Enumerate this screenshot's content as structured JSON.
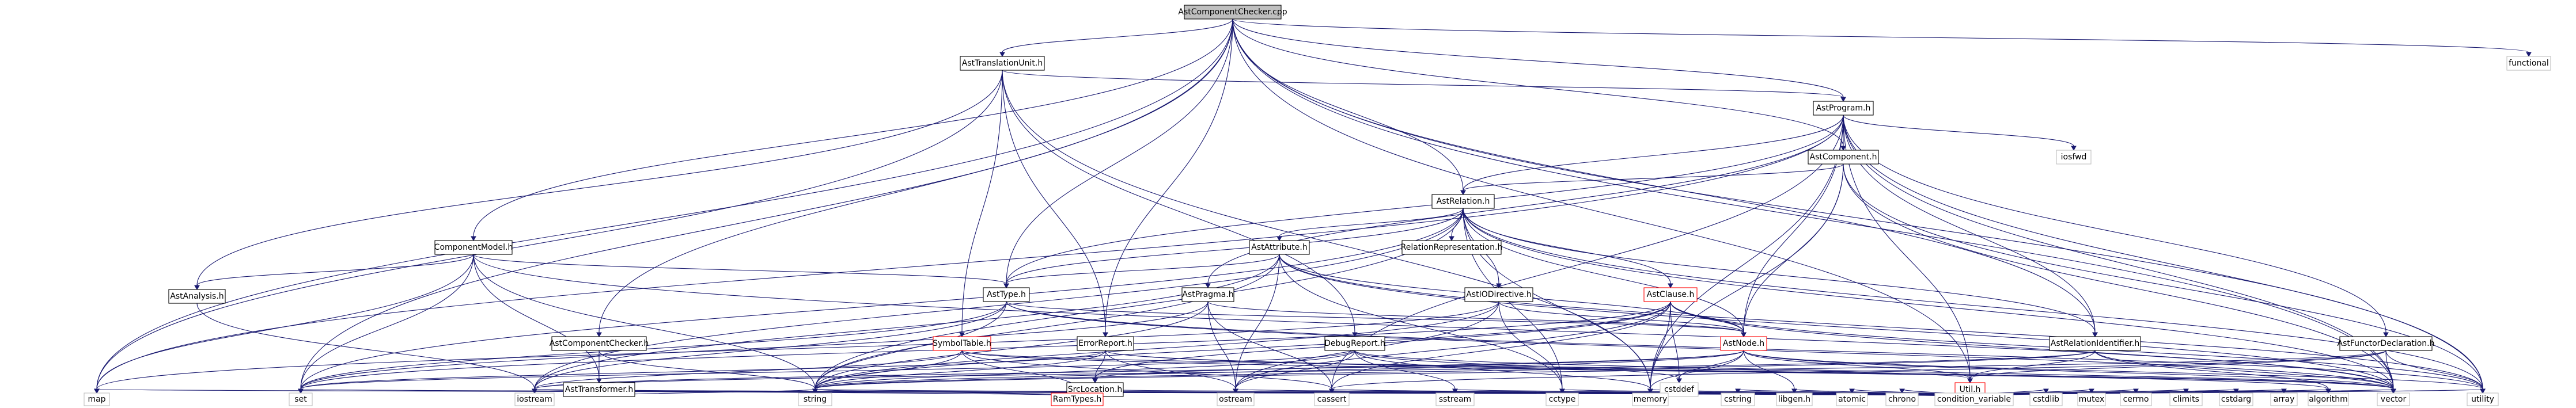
{
  "colors": {
    "edge": "#191970",
    "root_fill": "#bfbfbf",
    "doc_fill": "#ffffff",
    "doc_stroke": "#000000",
    "ext_stroke": "#bfbfbf",
    "trunc_stroke": "#ff0000",
    "text": "#000000"
  },
  "graph": {
    "nodes": [
      {
        "id": "AstComponentChecker_cpp",
        "label": "AstComponentChecker.cpp",
        "kind": "root"
      },
      {
        "id": "AstTranslationUnit_h",
        "label": "AstTranslationUnit.h",
        "kind": "doc"
      },
      {
        "id": "functional",
        "label": "functional",
        "kind": "ext"
      },
      {
        "id": "AstProgram_h",
        "label": "AstProgram.h",
        "kind": "doc"
      },
      {
        "id": "AstComponent_h",
        "label": "AstComponent.h",
        "kind": "doc"
      },
      {
        "id": "iosfwd",
        "label": "iosfwd",
        "kind": "ext"
      },
      {
        "id": "AstRelation_h",
        "label": "AstRelation.h",
        "kind": "doc"
      },
      {
        "id": "ComponentModel_h",
        "label": "ComponentModel.h",
        "kind": "doc"
      },
      {
        "id": "AstAttribute_h",
        "label": "AstAttribute.h",
        "kind": "doc"
      },
      {
        "id": "RelationRepresentation_h",
        "label": "RelationRepresentation.h",
        "kind": "doc"
      },
      {
        "id": "AstAnalysis_h",
        "label": "AstAnalysis.h",
        "kind": "doc"
      },
      {
        "id": "AstType_h",
        "label": "AstType.h",
        "kind": "doc"
      },
      {
        "id": "AstIODirective_h",
        "label": "AstIODirective.h",
        "kind": "doc"
      },
      {
        "id": "AstClause_h",
        "label": "AstClause.h",
        "kind": "trunc"
      },
      {
        "id": "AstPragma_h",
        "label": "AstPragma.h",
        "kind": "doc"
      },
      {
        "id": "AstComponentChecker_h",
        "label": "AstComponentChecker.h",
        "kind": "doc"
      },
      {
        "id": "AstNode_h",
        "label": "AstNode.h",
        "kind": "trunc"
      },
      {
        "id": "SymbolTable_h",
        "label": "SymbolTable.h",
        "kind": "trunc"
      },
      {
        "id": "ErrorReport_h",
        "label": "ErrorReport.h",
        "kind": "doc"
      },
      {
        "id": "DebugReport_h",
        "label": "DebugReport.h",
        "kind": "doc"
      },
      {
        "id": "AstRelationIdentifier_h",
        "label": "AstRelationIdentifier.h",
        "kind": "doc"
      },
      {
        "id": "AstFunctorDeclaration_h",
        "label": "AstFunctorDeclaration.h",
        "kind": "doc"
      },
      {
        "id": "AstTransformer_h",
        "label": "AstTransformer.h",
        "kind": "doc"
      },
      {
        "id": "SrcLocation_h",
        "label": "SrcLocation.h",
        "kind": "doc"
      },
      {
        "id": "cstddef",
        "label": "cstddef",
        "kind": "ext"
      },
      {
        "id": "Util_h",
        "label": "Util.h",
        "kind": "trunc"
      },
      {
        "id": "map",
        "label": "map",
        "kind": "ext"
      },
      {
        "id": "set",
        "label": "set",
        "kind": "ext"
      },
      {
        "id": "iostream",
        "label": "iostream",
        "kind": "ext"
      },
      {
        "id": "string",
        "label": "string",
        "kind": "ext"
      },
      {
        "id": "RamTypes_h",
        "label": "RamTypes.h",
        "kind": "trunc"
      },
      {
        "id": "ostream",
        "label": "ostream",
        "kind": "ext"
      },
      {
        "id": "cassert",
        "label": "cassert",
        "kind": "ext"
      },
      {
        "id": "sstream",
        "label": "sstream",
        "kind": "ext"
      },
      {
        "id": "cctype",
        "label": "cctype",
        "kind": "ext"
      },
      {
        "id": "memory",
        "label": "memory",
        "kind": "ext"
      },
      {
        "id": "cstring",
        "label": "cstring",
        "kind": "ext"
      },
      {
        "id": "libgen_h",
        "label": "libgen.h",
        "kind": "ext"
      },
      {
        "id": "atomic",
        "label": "atomic",
        "kind": "ext"
      },
      {
        "id": "chrono",
        "label": "chrono",
        "kind": "ext"
      },
      {
        "id": "condition_variable",
        "label": "condition_variable",
        "kind": "ext"
      },
      {
        "id": "cstdlib",
        "label": "cstdlib",
        "kind": "ext"
      },
      {
        "id": "mutex",
        "label": "mutex",
        "kind": "ext"
      },
      {
        "id": "cerrno",
        "label": "cerrno",
        "kind": "ext"
      },
      {
        "id": "climits",
        "label": "climits",
        "kind": "ext"
      },
      {
        "id": "cstdarg",
        "label": "cstdarg",
        "kind": "ext"
      },
      {
        "id": "array",
        "label": "array",
        "kind": "ext"
      },
      {
        "id": "algorithm",
        "label": "algorithm",
        "kind": "ext"
      },
      {
        "id": "vector",
        "label": "vector",
        "kind": "ext"
      },
      {
        "id": "utility",
        "label": "utility",
        "kind": "ext"
      }
    ],
    "edges": [
      [
        "AstComponentChecker_cpp",
        "AstTranslationUnit_h"
      ],
      [
        "AstComponentChecker_cpp",
        "functional"
      ],
      [
        "AstComponentChecker_cpp",
        "AstProgram_h"
      ],
      [
        "AstComponentChecker_cpp",
        "AstComponent_h"
      ],
      [
        "AstComponentChecker_cpp",
        "AstRelation_h"
      ],
      [
        "AstComponentChecker_cpp",
        "ComponentModel_h"
      ],
      [
        "AstComponentChecker_cpp",
        "AstType_h"
      ],
      [
        "AstComponentChecker_cpp",
        "AstComponentChecker_h"
      ],
      [
        "AstComponentChecker_cpp",
        "ErrorReport_h"
      ],
      [
        "AstComponentChecker_cpp",
        "AstRelationIdentifier_h"
      ],
      [
        "AstComponentChecker_cpp",
        "map"
      ],
      [
        "AstComponentChecker_cpp",
        "set"
      ],
      [
        "AstComponentChecker_cpp",
        "Util_h"
      ],
      [
        "AstComponentChecker_cpp",
        "vector"
      ],
      [
        "AstComponentChecker_cpp",
        "utility"
      ],
      [
        "AstTranslationUnit_h",
        "AstProgram_h"
      ],
      [
        "AstTranslationUnit_h",
        "AstAnalysis_h"
      ],
      [
        "AstTranslationUnit_h",
        "SymbolTable_h"
      ],
      [
        "AstTranslationUnit_h",
        "ErrorReport_h"
      ],
      [
        "AstTranslationUnit_h",
        "DebugReport_h"
      ],
      [
        "AstTranslationUnit_h",
        "map"
      ],
      [
        "AstTranslationUnit_h",
        "memory"
      ],
      [
        "AstProgram_h",
        "AstComponent_h"
      ],
      [
        "AstProgram_h",
        "iosfwd"
      ],
      [
        "AstProgram_h",
        "AstRelation_h"
      ],
      [
        "AstProgram_h",
        "AstType_h"
      ],
      [
        "AstProgram_h",
        "AstPragma_h"
      ],
      [
        "AstProgram_h",
        "AstNode_h"
      ],
      [
        "AstProgram_h",
        "AstRelationIdentifier_h"
      ],
      [
        "AstProgram_h",
        "AstFunctorDeclaration_h"
      ],
      [
        "AstProgram_h",
        "Util_h"
      ],
      [
        "AstProgram_h",
        "map"
      ],
      [
        "AstProgram_h",
        "cassert"
      ],
      [
        "AstProgram_h",
        "memory"
      ],
      [
        "AstProgram_h",
        "vector"
      ],
      [
        "AstProgram_h",
        "utility"
      ],
      [
        "AstComponent_h",
        "AstRelation_h"
      ],
      [
        "AstComponent_h",
        "AstNode_h"
      ],
      [
        "AstComponent_h",
        "memory"
      ],
      [
        "AstComponent_h",
        "vector"
      ],
      [
        "AstComponent_h",
        "utility"
      ],
      [
        "AstRelation_h",
        "AstAttribute_h"
      ],
      [
        "AstRelation_h",
        "RelationRepresentation_h"
      ],
      [
        "AstRelation_h",
        "AstType_h"
      ],
      [
        "AstRelation_h",
        "AstIODirective_h"
      ],
      [
        "AstRelation_h",
        "AstClause_h"
      ],
      [
        "AstRelation_h",
        "AstNode_h"
      ],
      [
        "AstRelation_h",
        "AstRelationIdentifier_h"
      ],
      [
        "AstRelation_h",
        "set"
      ],
      [
        "AstRelation_h",
        "iostream"
      ],
      [
        "AstRelation_h",
        "string"
      ],
      [
        "AstRelation_h",
        "cctype"
      ],
      [
        "AstRelation_h",
        "memory"
      ],
      [
        "AstRelation_h",
        "vector"
      ],
      [
        "AstRelation_h",
        "utility"
      ],
      [
        "ComponentModel_h",
        "AstAnalysis_h"
      ],
      [
        "ComponentModel_h",
        "AstType_h"
      ],
      [
        "ComponentModel_h",
        "AstTransformer_h"
      ],
      [
        "ComponentModel_h",
        "map"
      ],
      [
        "ComponentModel_h",
        "set"
      ],
      [
        "ComponentModel_h",
        "string"
      ],
      [
        "ComponentModel_h",
        "vector"
      ],
      [
        "AstAttribute_h",
        "AstType_h"
      ],
      [
        "AstAttribute_h",
        "AstNode_h"
      ],
      [
        "AstAttribute_h",
        "iostream"
      ],
      [
        "AstAttribute_h",
        "string"
      ],
      [
        "AstAttribute_h",
        "cctype"
      ],
      [
        "AstAttribute_h",
        "ostream"
      ],
      [
        "AstAttribute_h",
        "vector"
      ],
      [
        "AstAttribute_h",
        "utility"
      ],
      [
        "AstAnalysis_h",
        "iostream"
      ],
      [
        "AstType_h",
        "AstNode_h"
      ],
      [
        "AstType_h",
        "set"
      ],
      [
        "AstType_h",
        "iostream"
      ],
      [
        "AstType_h",
        "string"
      ],
      [
        "AstType_h",
        "vector"
      ],
      [
        "AstType_h",
        "utility"
      ],
      [
        "AstIODirective_h",
        "AstNode_h"
      ],
      [
        "AstIODirective_h",
        "map"
      ],
      [
        "AstIODirective_h",
        "string"
      ],
      [
        "AstIODirective_h",
        "ostream"
      ],
      [
        "AstIODirective_h",
        "cctype"
      ],
      [
        "AstClause_h",
        "AstNode_h"
      ],
      [
        "AstClause_h",
        "SrcLocation_h"
      ],
      [
        "AstClause_h",
        "string"
      ],
      [
        "AstClause_h",
        "memory"
      ],
      [
        "AstClause_h",
        "vector"
      ],
      [
        "AstClause_h",
        "set"
      ],
      [
        "AstClause_h",
        "cstddef"
      ],
      [
        "AstClause_h",
        "cassert"
      ],
      [
        "AstClause_h",
        "utility"
      ],
      [
        "AstClause_h",
        "ostream"
      ],
      [
        "AstPragma_h",
        "AstNode_h"
      ],
      [
        "AstPragma_h",
        "set"
      ],
      [
        "AstPragma_h",
        "string"
      ],
      [
        "AstPragma_h",
        "cassert"
      ],
      [
        "AstPragma_h",
        "ostream"
      ],
      [
        "AstComponentChecker_h",
        "AstTransformer_h"
      ],
      [
        "AstComponentChecker_h",
        "string"
      ],
      [
        "AstNode_h",
        "SrcLocation_h"
      ],
      [
        "AstNode_h",
        "Util_h"
      ],
      [
        "AstNode_h",
        "cstddef"
      ],
      [
        "AstNode_h",
        "memory"
      ],
      [
        "AstNode_h",
        "string"
      ],
      [
        "AstNode_h",
        "vector"
      ],
      [
        "AstNode_h",
        "iostream"
      ],
      [
        "AstNode_h",
        "libgen_h"
      ],
      [
        "AstNode_h",
        "utility"
      ],
      [
        "SymbolTable_h",
        "RamTypes_h"
      ],
      [
        "SymbolTable_h",
        "Util_h"
      ],
      [
        "SymbolTable_h",
        "string"
      ],
      [
        "SymbolTable_h",
        "cassert"
      ],
      [
        "SymbolTable_h",
        "iostream"
      ],
      [
        "SymbolTable_h",
        "vector"
      ],
      [
        "ErrorReport_h",
        "SrcLocation_h"
      ],
      [
        "ErrorReport_h",
        "algorithm"
      ],
      [
        "ErrorReport_h",
        "set"
      ],
      [
        "ErrorReport_h",
        "string"
      ],
      [
        "ErrorReport_h",
        "ostream"
      ],
      [
        "ErrorReport_h",
        "vector"
      ],
      [
        "DebugReport_h",
        "string"
      ],
      [
        "DebugReport_h",
        "ostream"
      ],
      [
        "DebugReport_h",
        "sstream"
      ],
      [
        "DebugReport_h",
        "memory"
      ],
      [
        "DebugReport_h",
        "vector"
      ],
      [
        "DebugReport_h",
        "set"
      ],
      [
        "DebugReport_h",
        "cstddef"
      ],
      [
        "AstRelationIdentifier_h",
        "Util_h"
      ],
      [
        "AstRelationIdentifier_h",
        "string"
      ],
      [
        "AstRelationIdentifier_h",
        "vector"
      ],
      [
        "AstRelationIdentifier_h",
        "iostream"
      ],
      [
        "AstRelationIdentifier_h",
        "algorithm"
      ],
      [
        "AstFunctorDeclaration_h",
        "Util_h"
      ],
      [
        "AstFunctorDeclaration_h",
        "string"
      ],
      [
        "AstFunctorDeclaration_h",
        "cassert"
      ],
      [
        "AstFunctorDeclaration_h",
        "vector"
      ],
      [
        "AstFunctorDeclaration_h",
        "utility"
      ],
      [
        "AstTransformer_h",
        "string"
      ],
      [
        "SrcLocation_h",
        "string"
      ],
      [
        "SrcLocation_h",
        "iostream"
      ],
      [
        "Util_h",
        "RamTypes_h"
      ],
      [
        "Util_h",
        "map"
      ],
      [
        "Util_h",
        "set"
      ],
      [
        "Util_h",
        "iostream"
      ],
      [
        "Util_h",
        "string"
      ],
      [
        "Util_h",
        "ostream"
      ],
      [
        "Util_h",
        "cassert"
      ],
      [
        "Util_h",
        "sstream"
      ],
      [
        "Util_h",
        "cctype"
      ],
      [
        "Util_h",
        "memory"
      ],
      [
        "Util_h",
        "cstring"
      ],
      [
        "Util_h",
        "libgen_h"
      ],
      [
        "Util_h",
        "atomic"
      ],
      [
        "Util_h",
        "chrono"
      ],
      [
        "Util_h",
        "condition_variable"
      ],
      [
        "Util_h",
        "cstdlib"
      ],
      [
        "Util_h",
        "mutex"
      ],
      [
        "Util_h",
        "cerrno"
      ],
      [
        "Util_h",
        "climits"
      ],
      [
        "Util_h",
        "cstdarg"
      ],
      [
        "Util_h",
        "array"
      ],
      [
        "Util_h",
        "algorithm"
      ],
      [
        "Util_h",
        "vector"
      ],
      [
        "Util_h",
        "utility"
      ]
    ]
  }
}
